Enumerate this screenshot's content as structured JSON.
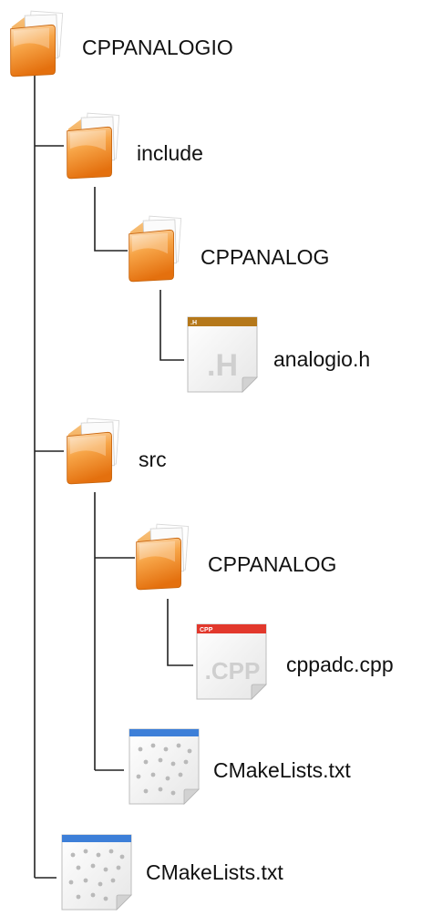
{
  "nodes": {
    "root": {
      "label": "CPPANALOGIO",
      "icon": "folder-icon"
    },
    "include": {
      "label": "include",
      "icon": "folder-icon"
    },
    "include_pkg": {
      "label": "CPPANALOG",
      "icon": "folder-icon"
    },
    "header": {
      "label": "analogio.h",
      "icon": "h-file-icon",
      "badge": ".H",
      "tag": ".H"
    },
    "src": {
      "label": "src",
      "icon": "folder-icon"
    },
    "src_pkg": {
      "label": "CPPANALOG",
      "icon": "folder-icon"
    },
    "source": {
      "label": "cppadc.cpp",
      "icon": "cpp-file-icon",
      "badge": ".CPP",
      "tag": "CPP"
    },
    "src_cmake": {
      "label": "CMakeLists.txt",
      "icon": "text-file-icon"
    },
    "root_cmake": {
      "label": "CMakeLists.txt",
      "icon": "text-file-icon"
    }
  },
  "colors": {
    "folder_light": "#fbd7a6",
    "folder_mid": "#f59b38",
    "folder_dark": "#e06a0c",
    "h_file_bar": "#b5781a",
    "cpp_file_bar": "#e2382c",
    "txt_file_bar": "#3d7fd8",
    "connector": "#222222"
  }
}
